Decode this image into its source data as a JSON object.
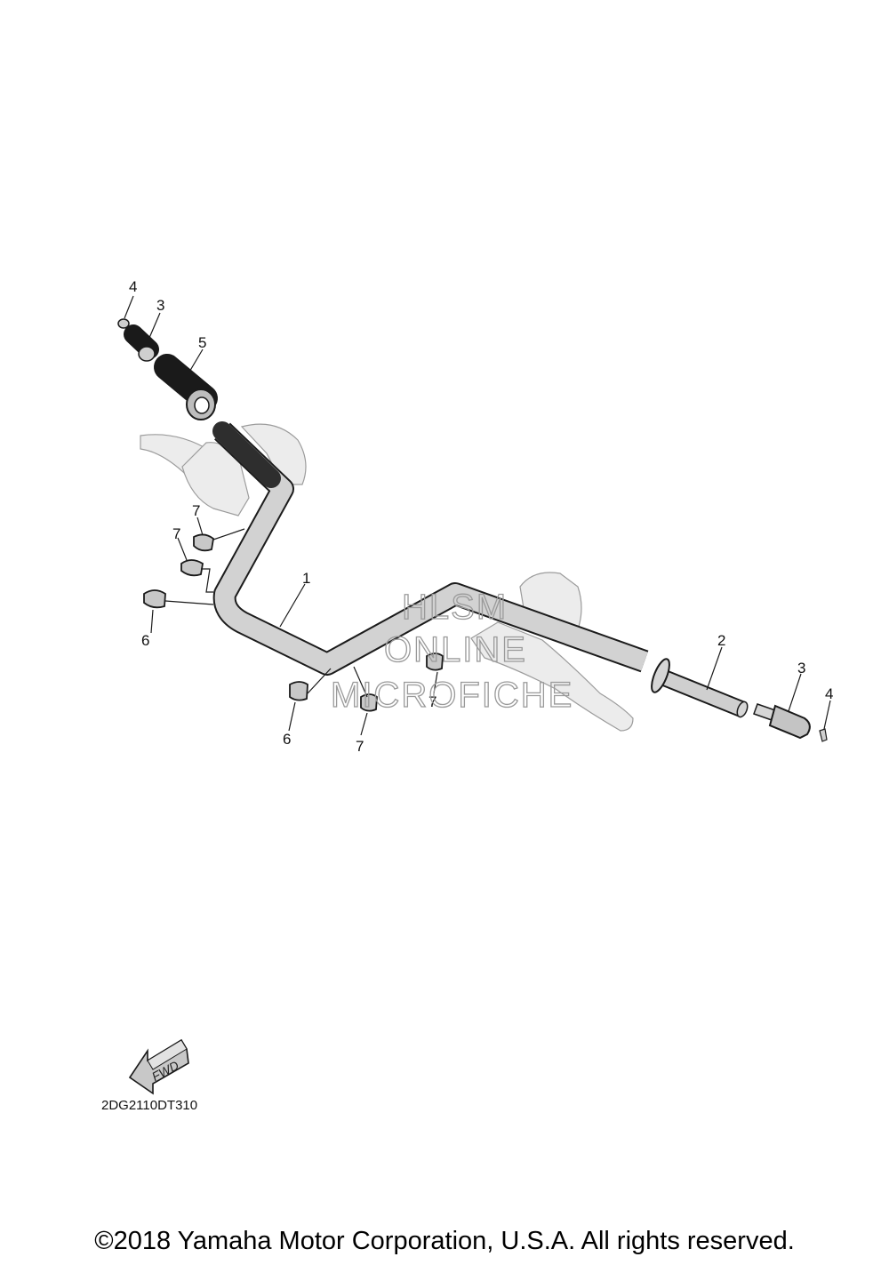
{
  "diagram": {
    "callouts": {
      "left_end_weight_label": "3",
      "left_end_screw_label": "4",
      "throttle_grip_label": "5",
      "handlebar_label": "1",
      "right_grip_label": "2",
      "right_end_weight_label": "3",
      "right_end_screw_label": "4",
      "upper_clip_left_a_label": "7",
      "upper_clip_left_b_label": "7",
      "lower_clip_left_label": "6",
      "lower_clip_center_label": "6",
      "upper_clip_center_label": "7",
      "upper_clip_right_label": "7"
    },
    "fwd_arrow_text": "FWD",
    "figure_code": "2DG2110DT310"
  },
  "watermark": {
    "line1": "HLSM",
    "line2": "ONLINE",
    "line3": "MICROFICHE"
  },
  "copyright": "©2018 Yamaha Motor Corporation, U.S.A. All rights reserved.",
  "colors": {
    "part_fill": "#cfcfcf",
    "grip_fill": "#3a3a3a",
    "ghost_fill": "#e8e8e8",
    "outline": "#222222"
  }
}
